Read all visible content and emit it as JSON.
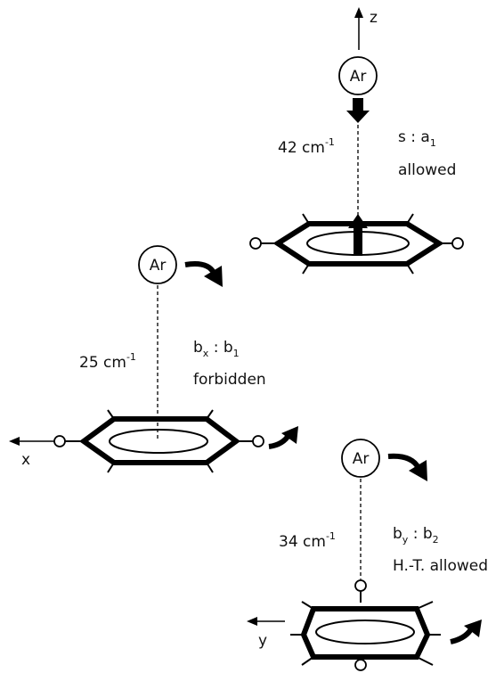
{
  "panels": {
    "s": {
      "atom": "Ar",
      "axis": "z",
      "wavenumber": "42 cm",
      "exponent": "-1",
      "symmetry_lhs": "s",
      "symmetry_rhs": "a",
      "symmetry_rhs_sub": "1",
      "status": "allowed"
    },
    "bx": {
      "atom": "Ar",
      "axis": "x",
      "wavenumber": "25 cm",
      "exponent": "-1",
      "symmetry_lhs": "b",
      "symmetry_lhs_sub": "x",
      "symmetry_rhs": "b",
      "symmetry_rhs_sub": "1",
      "status": "forbidden"
    },
    "by": {
      "atom": "Ar",
      "axis": "y",
      "wavenumber": "34 cm",
      "exponent": "-1",
      "symmetry_lhs": "b",
      "symmetry_lhs_sub": "y",
      "symmetry_rhs": "b",
      "symmetry_rhs_sub": "2",
      "status": "H.-T. allowed"
    }
  }
}
